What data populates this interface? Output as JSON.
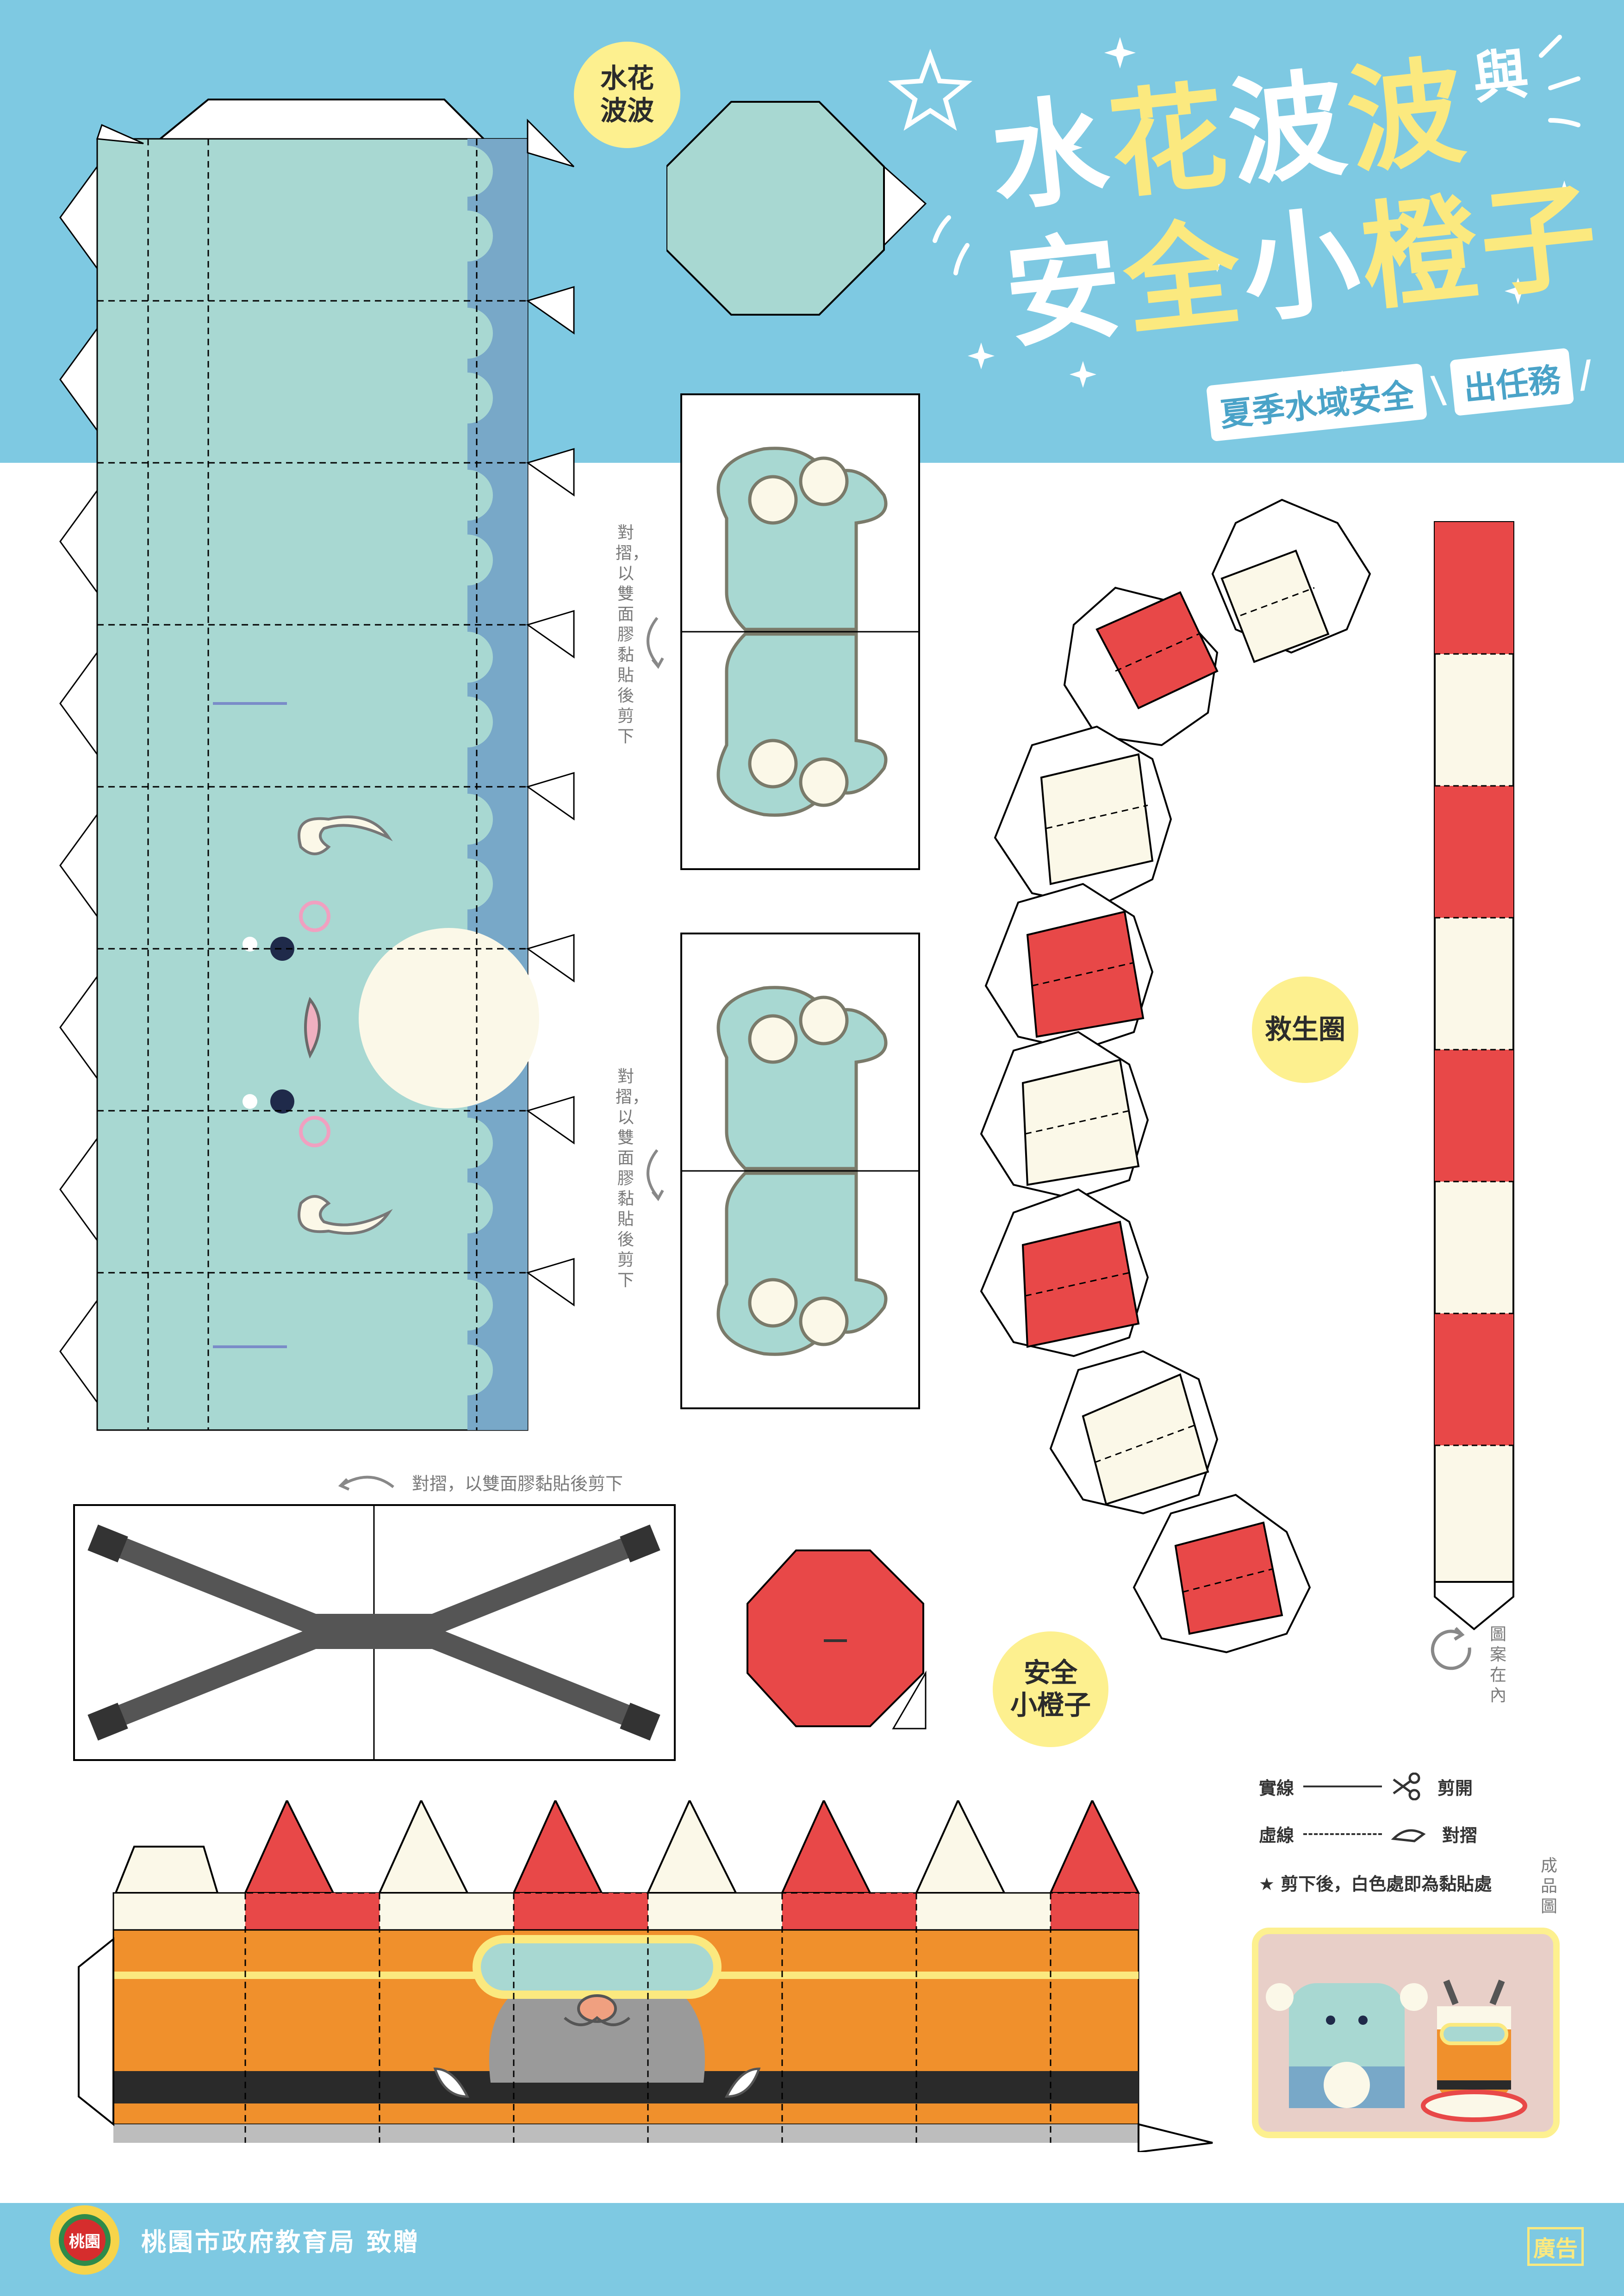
{
  "header": {
    "bg_color": "#7ec9e2",
    "title_line1": [
      "水",
      "花",
      "波",
      "波"
    ],
    "title_conj": "與",
    "title_line2": [
      "安",
      "全",
      "小",
      "橙",
      "子"
    ],
    "subtitle": "夏季水域安全",
    "subtitle_tag": "出任務",
    "title_colors": [
      "#ffffff",
      "#fbe97f"
    ]
  },
  "badges": {
    "splash": "水花\n波波",
    "ring": "救生圈",
    "orange": "安全\n小橙子"
  },
  "fold_notes": {
    "vertical_1": "對摺，以雙面膠黏貼後剪下",
    "vertical_2": "對摺，以雙面膠黏貼後剪下",
    "horizontal": "對摺，以雙面膠黏貼後剪下",
    "pattern_inside": "圖案在內"
  },
  "legend": {
    "solid_label": "實線",
    "solid_action": "剪開",
    "dashed_label": "虛線",
    "dashed_action": "對摺",
    "star_note": "★ 剪下後，白色處即為黏貼處",
    "photo_label": "成品圖"
  },
  "footer": {
    "logo_text": "桃園",
    "sponsor": "桃園市政府教育局 致贈",
    "ad_label": "廣告"
  },
  "colors": {
    "mint": "#a8d8d2",
    "blue_shade": "#78a8c8",
    "red": "#e84848",
    "cream": "#fbf8e8",
    "orange": "#f0902c",
    "yellow": "#fdf08f",
    "strap": "#555555"
  }
}
